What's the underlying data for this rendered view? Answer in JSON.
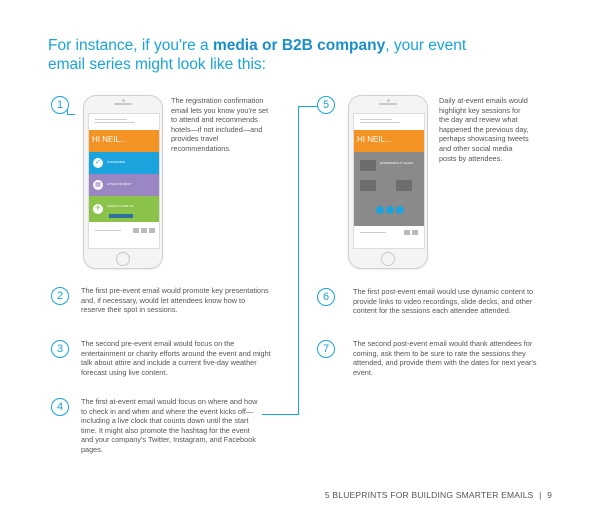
{
  "heading": {
    "prefix": "For instance, if you're a ",
    "highlight": "media or B2B company",
    "suffix": ", your event email series might look like this:"
  },
  "steps": [
    {
      "number": "1",
      "text": "The registration confirmation email lets you know you're set to attend and recommends hotels—if not included—and provides travel recommendations."
    },
    {
      "number": "2",
      "text": "The first pre-event email would promote key presentations and, if necessary, would let attendees know how to reserve their spot in sessions."
    },
    {
      "number": "3",
      "text": "The second pre-event email would focus on the entertainment or charity efforts around the event and might talk about attire and include a current five-day weather forecast using live content."
    },
    {
      "number": "4",
      "text": "The first at-event email would focus on where and how to check in and when and where the event kicks off—including a live clock that counts down until the start time. It might also promote the hashtag for the event and your company's Twitter, Instagram, and Facebook pages."
    },
    {
      "number": "5",
      "text": "Daily at-event emails would highlight key sessions for the day and review what happened the previous day, perhaps showcasing tweets and other social media posts by attendees."
    },
    {
      "number": "6",
      "text": "The first post-event email would use dynamic content to provide links to video recordings, slide decks, and other content for the sessions each attendee attended."
    },
    {
      "number": "7",
      "text": "The second post-event email would thank attendees for coming, ask them to be sure to rate the sessions they attended, and provide them with the dates for next year's event."
    }
  ],
  "phones": {
    "left": {
      "greeting": "HI NEIL...",
      "labels": [
        "CONFIRMED",
        "ATTEND IN BEST",
        "CHECK IN AND GO"
      ]
    },
    "right": {
      "greeting": "HI NEIL...",
      "labels": [
        "EXPERIENCE IT AGAIN"
      ]
    }
  },
  "footer": {
    "text": "5 BLUEPRINTS FOR BUILDING SMARTER EMAILS",
    "separator": "|",
    "page": "9"
  },
  "colors": {
    "accent": "#1aa3dc",
    "orange": "#f39323",
    "blue": "#1aa3dc",
    "purple": "#9b86c4",
    "green": "#8bc34a",
    "gray": "#8a8a8a"
  }
}
